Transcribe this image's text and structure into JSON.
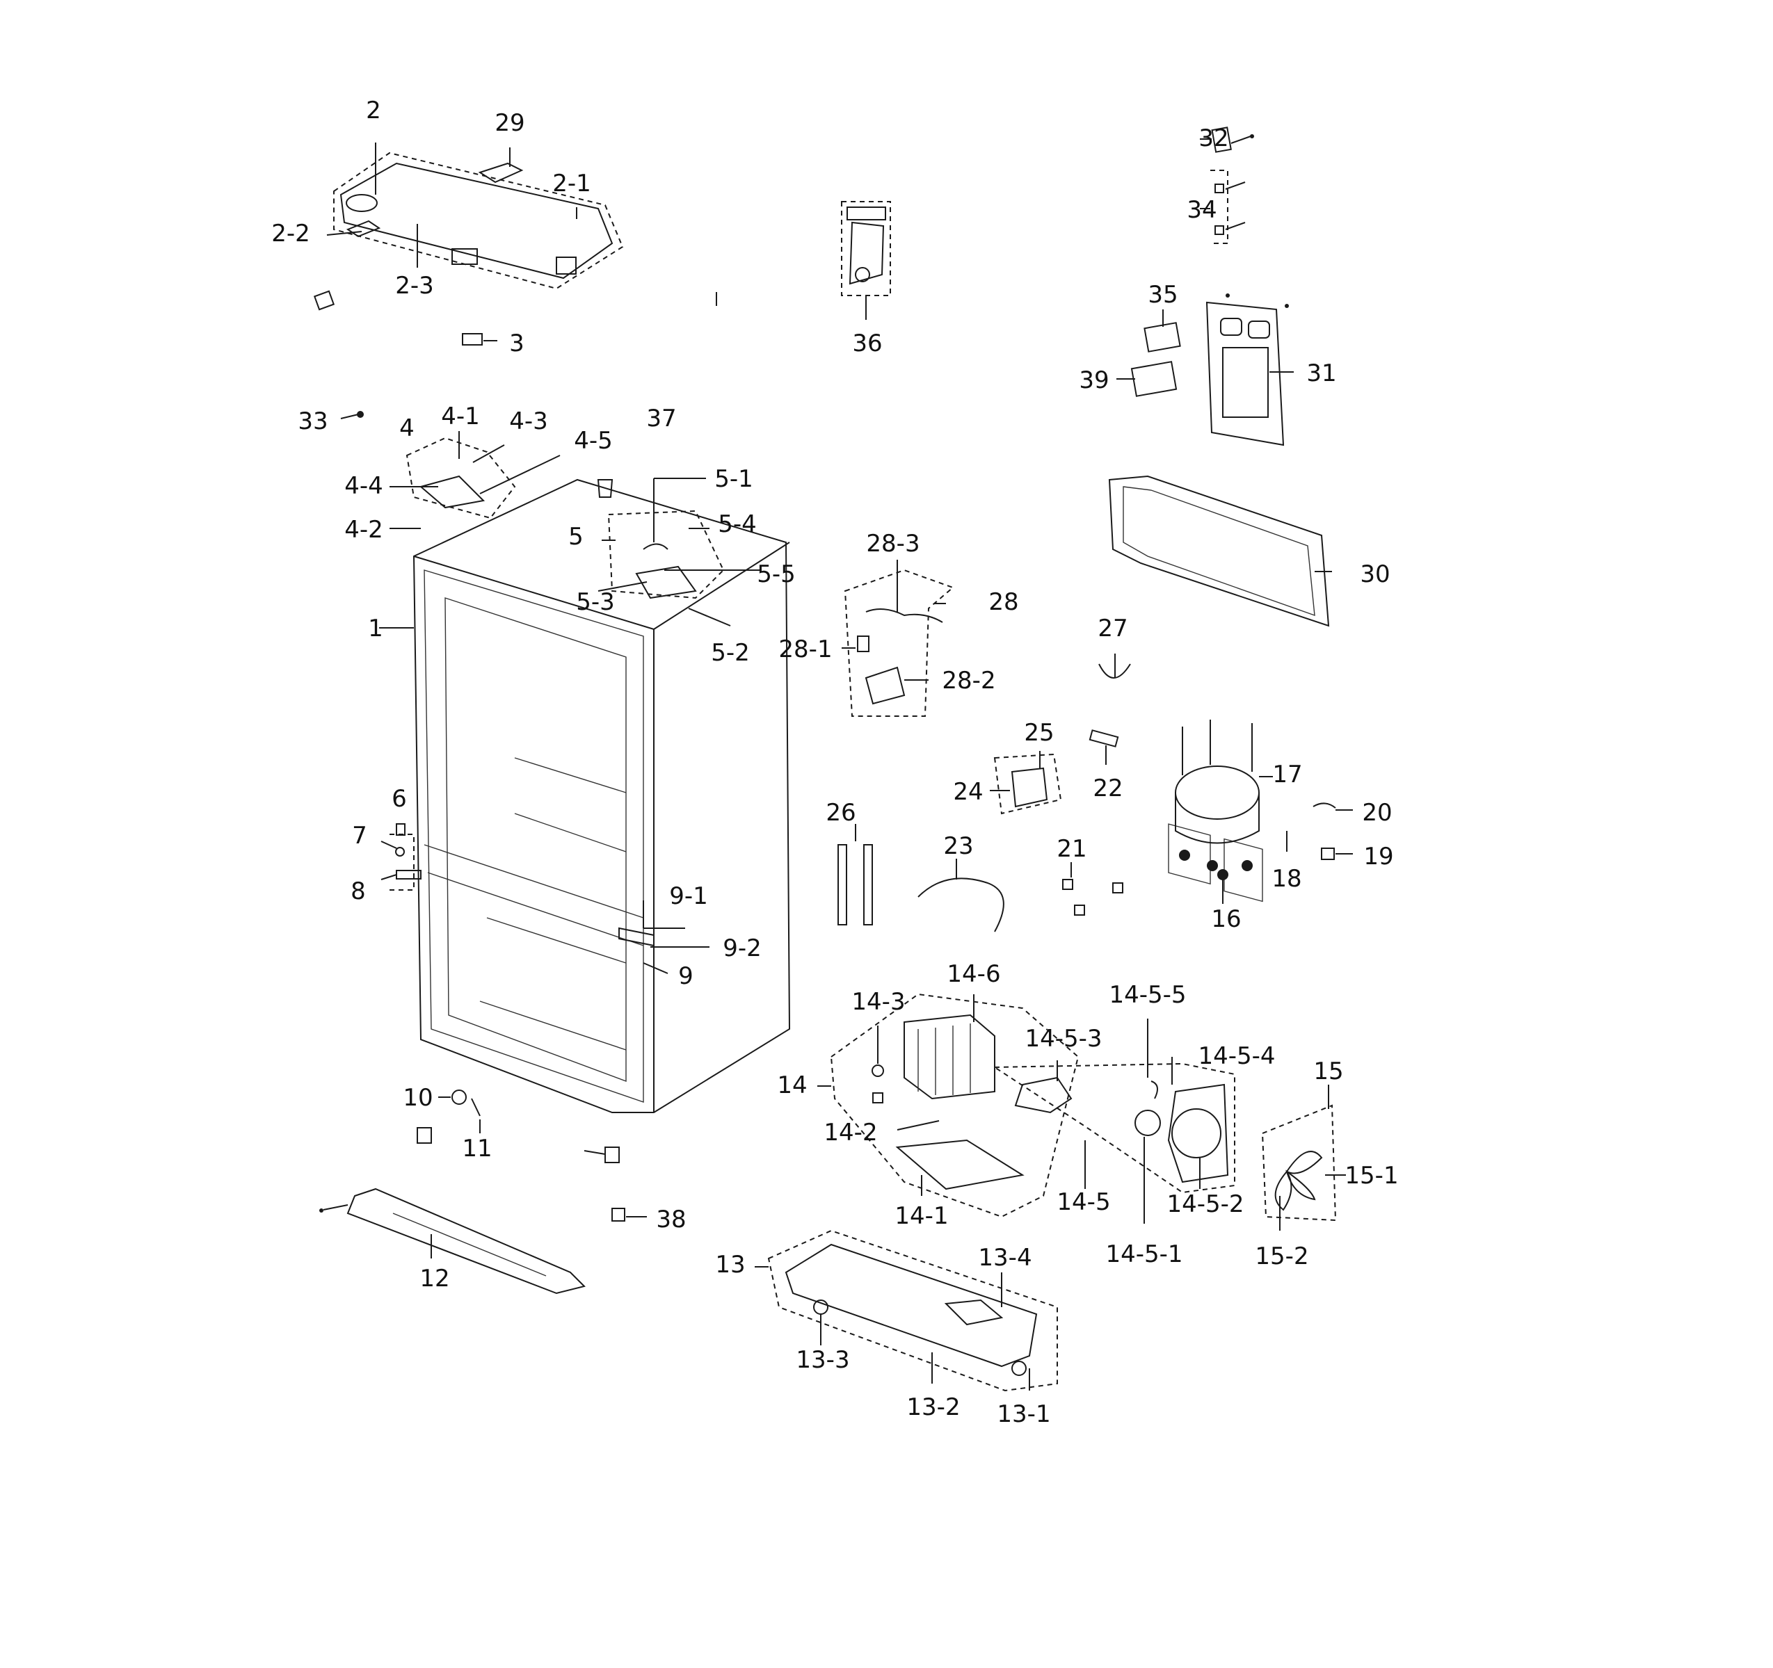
{
  "labels": [
    "2",
    "29",
    "2-1",
    "2-2",
    "2-3",
    "3",
    "36",
    "32",
    "34",
    "35",
    "31",
    "39",
    "33",
    "4-1",
    "4-3",
    "4",
    "37",
    "4-5",
    "4-4",
    "5-1",
    "4-2",
    "5",
    "5-4",
    "5-5",
    "1",
    "5-3",
    "5-2",
    "28-3",
    "28",
    "28-1",
    "28-2",
    "30",
    "27",
    "25",
    "24",
    "22",
    "17",
    "20",
    "26",
    "23",
    "21",
    "18",
    "19",
    "16",
    "6",
    "7",
    "8",
    "9-1",
    "9-2",
    "9",
    "14-6",
    "14-3",
    "14-5-5",
    "14-5-3",
    "14-5-4",
    "15",
    "14",
    "10",
    "14-2",
    "11",
    "38",
    "14-1",
    "14-5",
    "14-5-2",
    "15-1",
    "15-2",
    "14-5-1",
    "12",
    "13",
    "13-4",
    "13-3",
    "13-2",
    "13-1"
  ]
}
